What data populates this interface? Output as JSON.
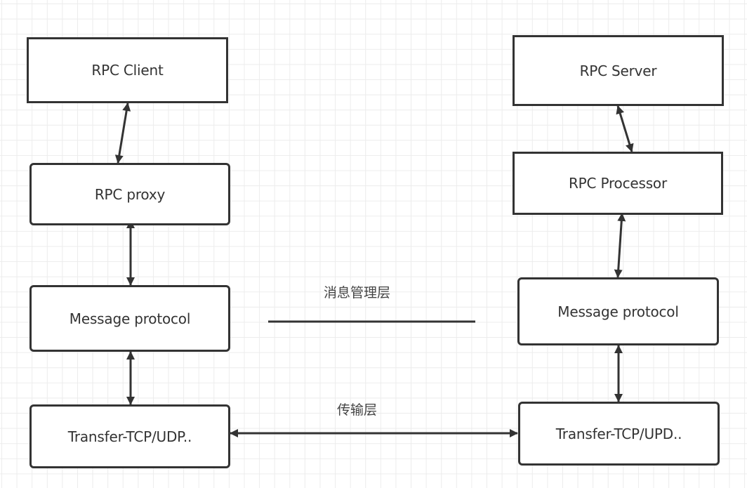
{
  "diagram": {
    "type": "RPC architecture",
    "colors": {
      "stroke": "#333333",
      "text": "#333333",
      "grid": "#ececec",
      "background": "#ffffff"
    },
    "client_side": {
      "nodes": [
        {
          "id": "rpc-client",
          "label": "RPC Client"
        },
        {
          "id": "rpc-proxy",
          "label": "RPC proxy"
        },
        {
          "id": "client-message-protocol",
          "label": "Message protocol"
        },
        {
          "id": "client-transfer",
          "label": "Transfer-TCP/UDP.."
        }
      ]
    },
    "server_side": {
      "nodes": [
        {
          "id": "rpc-server",
          "label": "RPC Server"
        },
        {
          "id": "rpc-processor",
          "label": "RPC Processor"
        },
        {
          "id": "server-message-protocol",
          "label": "Message protocol"
        },
        {
          "id": "server-transfer",
          "label": "Transfer-TCP/UPD.."
        }
      ]
    },
    "layers": {
      "message_layer": "消息管理层",
      "transport_layer": "传输层"
    },
    "edges": [
      {
        "from": "rpc-client",
        "to": "rpc-proxy",
        "style": "bidirectional-arrow"
      },
      {
        "from": "rpc-proxy",
        "to": "client-message-protocol",
        "style": "bidirectional-arrow"
      },
      {
        "from": "client-message-protocol",
        "to": "client-transfer",
        "style": "bidirectional-arrow"
      },
      {
        "from": "rpc-server",
        "to": "rpc-processor",
        "style": "bidirectional-arrow"
      },
      {
        "from": "rpc-processor",
        "to": "server-message-protocol",
        "style": "bidirectional-arrow"
      },
      {
        "from": "server-message-protocol",
        "to": "server-transfer",
        "style": "bidirectional-arrow"
      },
      {
        "from": "client-transfer",
        "to": "server-transfer",
        "style": "bidirectional-arrow",
        "label": "传输层"
      },
      {
        "from": "client-message-protocol",
        "to": "server-message-protocol",
        "style": "plain-line",
        "label": "消息管理层"
      }
    ]
  }
}
